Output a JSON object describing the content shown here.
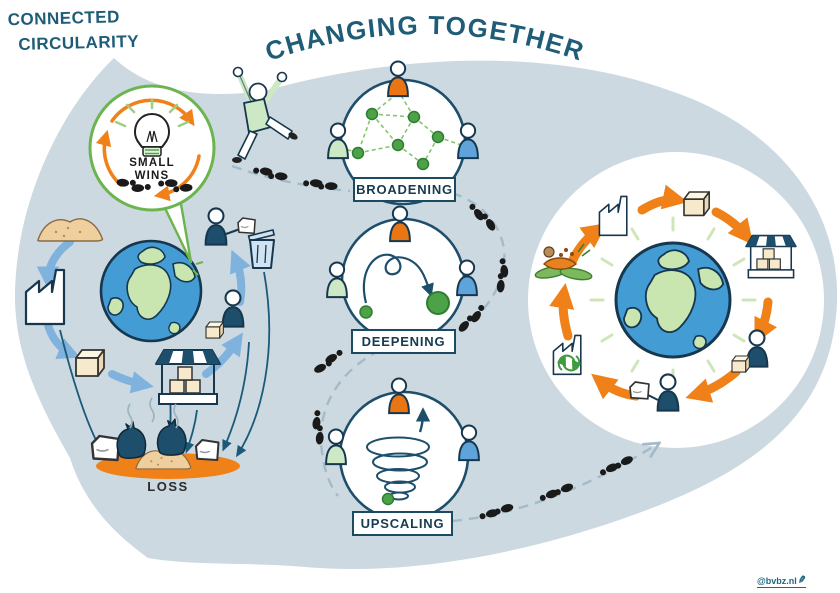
{
  "brand": {
    "line1": "CONNECTED",
    "line2": "CIRCULARITY"
  },
  "title": "CHANGING TOGETHER",
  "small_wins": {
    "line1": "SMALL",
    "line2": "WINS"
  },
  "loss_label": "LOSS",
  "steps": [
    {
      "label": "BROADENING"
    },
    {
      "label": "DEEPENING"
    },
    {
      "label": "UPSCALING"
    }
  ],
  "watermark": {
    "handle": "@bvbz.nl",
    "pen_icon": "✎"
  },
  "icons": {
    "lightbulb-icon": "idea bulb with green rays",
    "small-wins-cycle-icon": "orange circular arrows",
    "earth-icon": "globe with green continents",
    "sand-pile-icon": "raw material mound",
    "factory-icon": "factory silhouette",
    "box-icon": "product cube",
    "market-stall-icon": "striped awning shop",
    "consumer-icon": "person holding box",
    "disposal-icon": "person at trash bin",
    "trash-bags-icon": "waste bags on orange puddle",
    "footprints-icon": "black footsteps trail",
    "network-icon": "green dot network",
    "loop-arrow-icon": "loop arrow to bigger dot",
    "spiral-icon": "upward widening spiral",
    "recycling-factory-icon": "factory with green recycle arrows",
    "compost-icon": "organic waste pile",
    "jumping-person-icon": "cheering person",
    "pen-icon": "✎"
  },
  "colors": {
    "accent_orange": "#F08119",
    "deep_navy": "#1D4E6B",
    "teal_text": "#1F5C77",
    "leaf_green": "#5FAE4C",
    "dot_green": "#4DA146",
    "light_green_shirt": "#CDE8C4",
    "person_blue": "#5EA3D9",
    "cycle_blue": "#7FB2DD",
    "blob_background": "#CCD9E1",
    "earth_ocean": "#449CD5",
    "earth_land": "#C9E5B0",
    "footprint": "#1A1A1A",
    "path_gray": "#A3BBC9",
    "sand": "#EFCF9E"
  }
}
